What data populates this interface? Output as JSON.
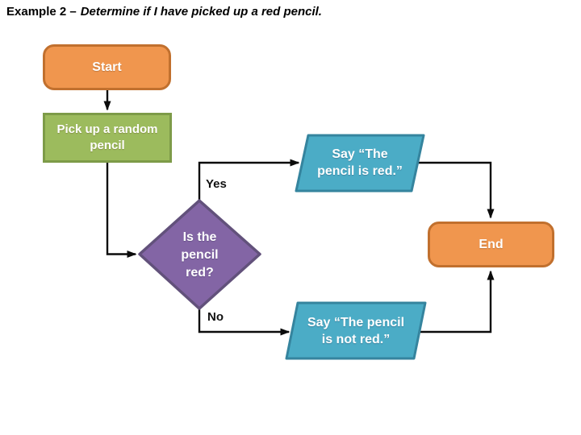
{
  "title": {
    "prefix": "Example 2 –",
    "emphasis": "Determine if I have picked up a red pencil."
  },
  "flowchart": {
    "start": {
      "label": "Start"
    },
    "process": {
      "label": "Pick up a random\npencil"
    },
    "decision": {
      "label": "Is the\npencil\nred?"
    },
    "branch_yes": {
      "label": "Yes"
    },
    "branch_no": {
      "label": "No"
    },
    "output_red": {
      "label": "Say “The\npencil is red.”"
    },
    "output_not_red": {
      "label": "Say “The pencil\nis not red.”"
    },
    "end": {
      "label": "End"
    }
  },
  "colors": {
    "slide_bg": "#FFFFFF",
    "orange_fill": "#F0964E",
    "orange_stroke": "#C1702E",
    "green_fill": "#9CBB5D",
    "green_stroke": "#7D9B48",
    "purple_fill": "#8365A5",
    "purple_stroke": "#62517B",
    "blue_fill": "#4BACC6",
    "blue_stroke": "#35849E",
    "connector": "#0B0B0B",
    "shape_text": "#FFFFFF",
    "title_text": "#000000",
    "branch_text": "#111111"
  }
}
